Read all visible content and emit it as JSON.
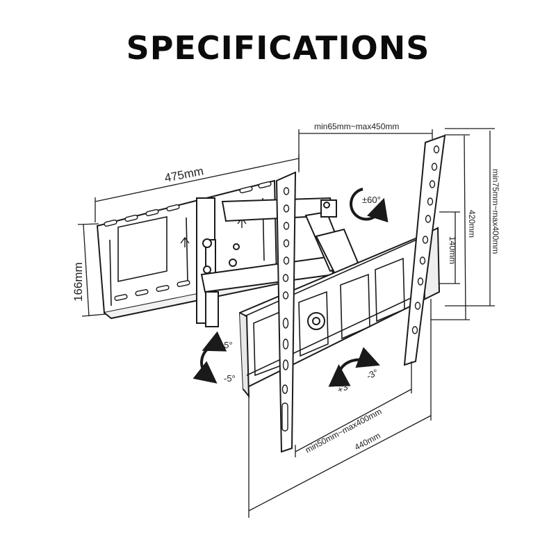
{
  "title": "SPECIFICATIONS",
  "dimensions": {
    "top_spacing": "min65mm~max450mm",
    "wall_width": "475mm",
    "wall_height": "166mm",
    "tilt_up": "15°",
    "tilt_down": "-5°",
    "swivel": "±60°",
    "rotation_plus": "+3°",
    "rotation_minus": "-3°",
    "bottom_spacing": "min50mm~max400mm",
    "bottom_width": "440mm",
    "arm_height_140": "140mm",
    "arm_height_420": "420mm",
    "vertical_spacing": "min75mm~max400mm"
  },
  "colors": {
    "line": "#1a1a1a",
    "text": "#222222",
    "background": "#ffffff"
  }
}
